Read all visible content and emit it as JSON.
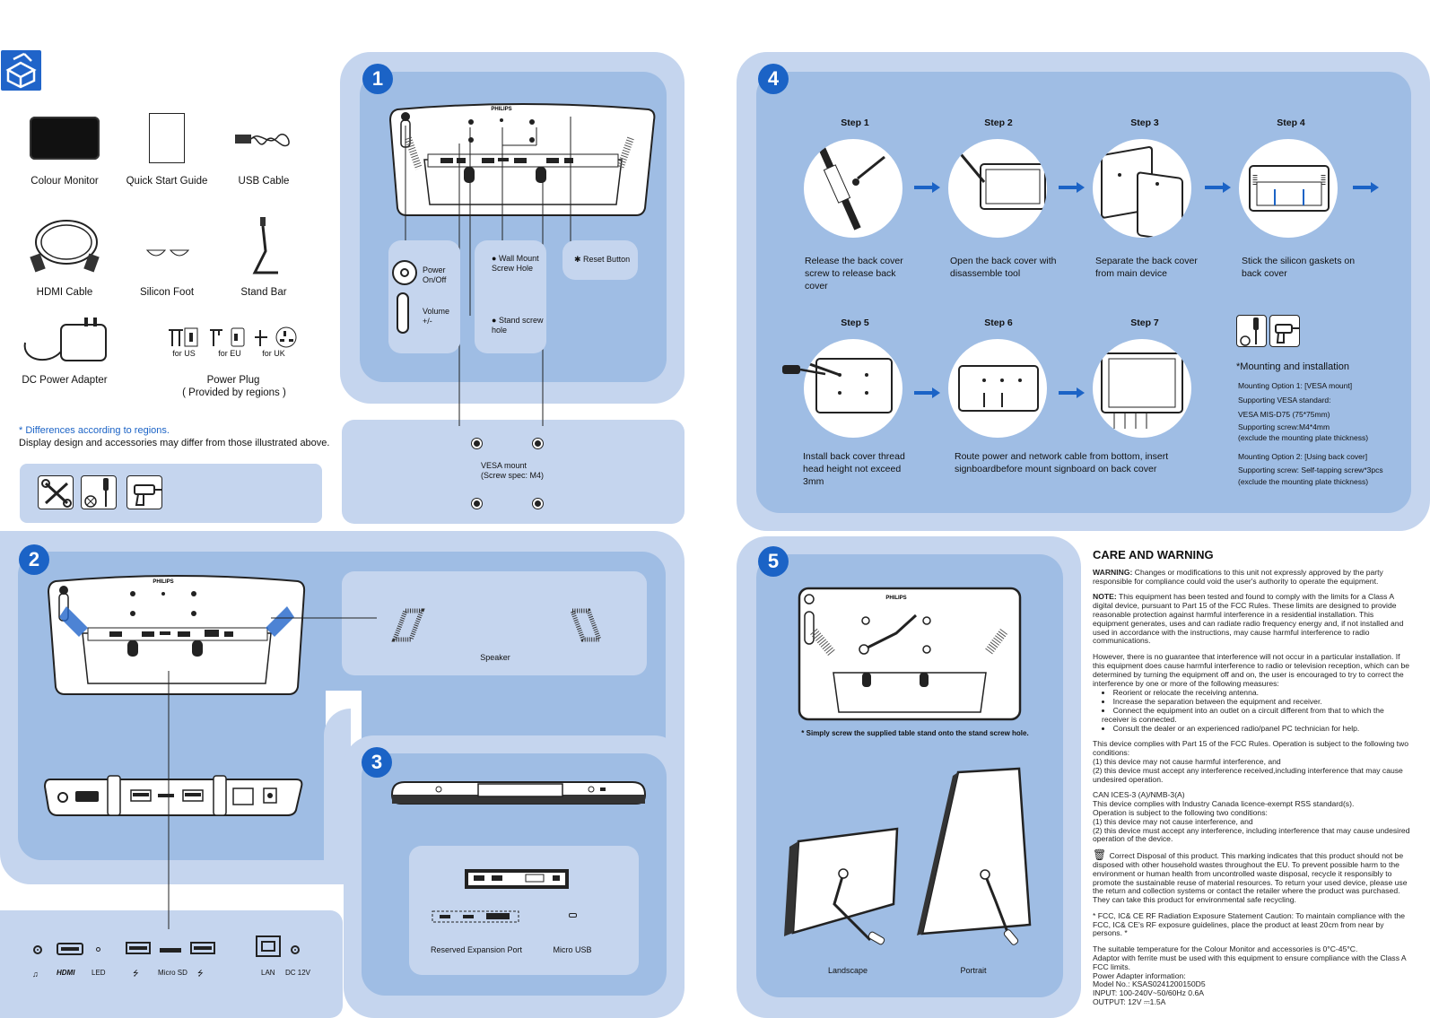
{
  "accessories": {
    "colour_monitor": "Colour Monitor",
    "quick_start_guide": "Quick Start Guide",
    "usb_cable": "USB Cable",
    "hdmi_cable": "HDMI Cable",
    "silicon_foot": "Silicon Foot",
    "stand_bar": "Stand Bar",
    "dc_power_adapter": "DC Power Adapter",
    "power_plug": "Power Plug",
    "power_plug_note": "( Provided by regions )",
    "for_us": "for US",
    "for_eu": "for EU",
    "for_uk": "for UK",
    "differences_note": "* Differences according to regions.",
    "display_note": "Display design and accessories may differ from those illustrated above."
  },
  "section1": {
    "number": "1",
    "brand": "PHILIPS",
    "power": "Power\nOn/Off",
    "volume": "Volume\n+/-",
    "wall_mount": "Wall Mount\nScrew Hole",
    "stand_screw": "Stand screw\nhole",
    "reset": "Reset Button",
    "vesa": "VESA mount\n(Screw spec: M4)"
  },
  "section2": {
    "number": "2",
    "speaker": "Speaker",
    "ports": {
      "hdmi": "HDMI",
      "led": "LED",
      "micro_sd": "Micro SD",
      "lan": "LAN",
      "dc": "DC 12V"
    }
  },
  "section3": {
    "number": "3",
    "reserved": "Reserved Expansion Port",
    "micro_usb": "Micro USB"
  },
  "section4": {
    "number": "4",
    "steps": [
      {
        "title": "Step 1",
        "text": "Release the back cover\nscrew to release back\ncover"
      },
      {
        "title": "Step 2",
        "text": "Open the back cover with\ndisassemble tool"
      },
      {
        "title": "Step 3",
        "text": "Separate the back cover\nfrom main device"
      },
      {
        "title": "Step 4",
        "text": "Stick the silicon gaskets on\nback cover"
      },
      {
        "title": "Step 5",
        "text": "Install back cover thread\nhead height not exceed\n3mm"
      },
      {
        "title": "Step 6",
        "text": "Route power and network cable from bottom, insert\nsignboardbefore mount signboard on back cover"
      },
      {
        "title": "Step 7",
        "text": ""
      }
    ],
    "mounting": {
      "title": "*Mounting and installation",
      "opt1": "Mounting Option 1: [VESA mount]",
      "vesa_std": "Supporting VESA standard:",
      "vesa_mis": "VESA MIS-D75 (75*75mm)",
      "screw1": "Supporting screw:M4*4mm",
      "excl1": "(exclude the mounting plate thickness)",
      "opt2": "Mounting Option 2: [Using back cover]",
      "screw2": "Supporting screw: Self-tapping screw*3pcs",
      "excl2": "(exclude the mounting plate thickness)"
    }
  },
  "section5": {
    "number": "5",
    "note": "* Simply screw the supplied table stand onto the stand screw hole.",
    "landscape": "Landscape",
    "portrait": "Portrait"
  },
  "care": {
    "title": "CARE AND WARNING",
    "warning_label": "WARNING:",
    "warning": "Changes or modifications to this unit not expressly approved by the party responsible for compliance could void the user's authority to operate the equipment.",
    "note_label": "NOTE:",
    "note": "This equipment has been tested and found to comply with the limits for a Class A digital device, pursuant to Part 15 of the FCC Rules. These limits are designed to provide reasonable protection against harmful interference in a residential installation. This equipment generates, uses and can radiate radio frequency energy and, if not installed and used in accordance with the instructions, may cause harmful interference to radio communications.",
    "however": "However, there is no guarantee that interference will not occur in a particular installation. If this equipment does cause harmful interference to radio or television reception, which can be determined by turning the equipment off and on, the user is encouraged to try to correct the interference by one or more of the following measures:",
    "measures": [
      "Reorient or relocate the receiving antenna.",
      "Increase the separation between the equipment and receiver.",
      "Connect the equipment into an outlet on a circuit different from that to which the receiver is connected.",
      "Consult the dealer or an experienced radio/panel PC technician for help."
    ],
    "part15": "This device complies with Part 15 of the FCC Rules. Operation is subject to the following two conditions:\n(1) this device may not cause harmful interference, and\n(2) this device must accept any interference received,including interference that may cause undesired operation.",
    "ices": "CAN ICES-3 (A)/NMB-3(A)\nThis device complies with Industry Canada licence-exempt RSS standard(s).\nOperation is subject to the following two conditions:\n(1) this device may not cause interference, and\n(2) this device must accept any interference, including interference that may cause undesired operation of the device.",
    "disposal": "Correct Disposal of this product. This marking indicates that this product should not be disposed with other household wastes throughout the EU. To prevent possible harm to the environment or human health from uncontrolled waste disposal, recycle it responsibly to promote the sustainable reuse of material resources. To return your used device, please use the return and collection systems or contact the retailer where the product was purchased. They can take this product for environmental safe recycling.",
    "rf": "* FCC, IC& CE RF Radiation Exposure Statement Caution: To maintain compliance with the FCC, IC& CE's RF exposure guidelines, place the product at least 20cm from near by persons. *",
    "temp": "The suitable temperature for the Colour Monitor and accessories is 0°C-45°C.\nAdaptor with ferrite must be used with this equipment to ensure compliance with the Class A FCC limits.\nPower Adapter information:\nModel No.: KSAS0241200150D5\nINPUT: 100-240V~50/60Hz 0.6A\nOUTPUT: 12V ⎓1.5A"
  }
}
